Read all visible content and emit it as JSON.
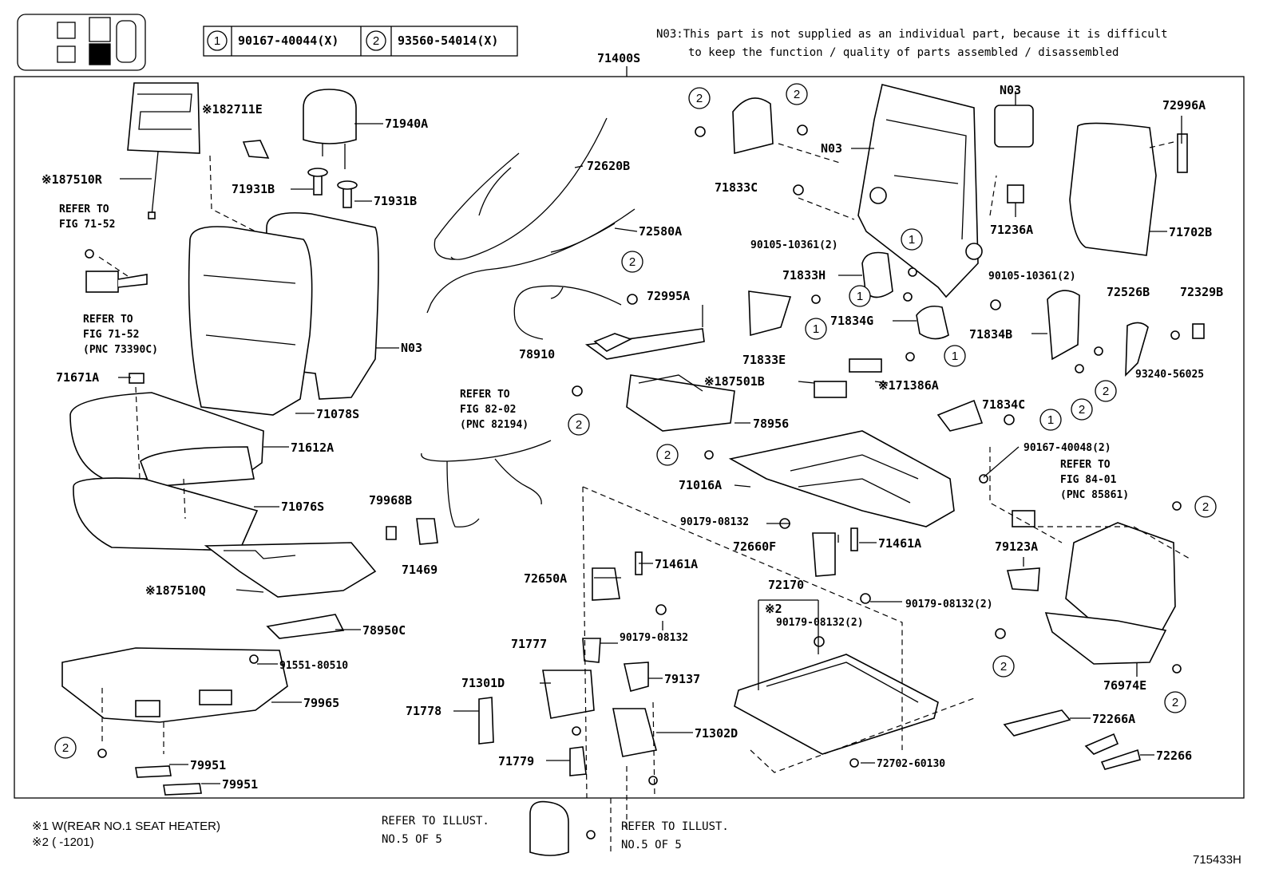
{
  "header": {
    "legend": [
      {
        "circle": "1",
        "part": "90167-40044(X)"
      },
      {
        "circle": "2",
        "part": "93560-54014(X)"
      }
    ],
    "note_line1": "N03:This part is not supplied as an individual part, because it is difficult",
    "note_line2": "to keep the function / quality of parts assembled / disassembled",
    "assembly": "71400S"
  },
  "footnotes": {
    "fn1": "※1 W(REAR NO.1 SEAT HEATER)",
    "fn2": "※2 (     -1201)",
    "refer_left_1": "REFER TO ILLUST.",
    "refer_left_2": "NO.5 OF 5",
    "refer_right_1": "REFER TO ILLUST.",
    "refer_right_2": "NO.5 OF 5",
    "illus_id": "715433H"
  },
  "labels": {
    "l182711E": "※182711E",
    "l71940A": "71940A",
    "l187510R": "※187510R",
    "l71931B_a": "71931B",
    "l71931B_b": "71931B",
    "ref1_a": "REFER TO",
    "ref1_b": "FIG 71-52",
    "ref2_a": "REFER TO",
    "ref2_b": "FIG 71-52",
    "ref2_c": "(PNC 73390C)",
    "lN03_a": "N03",
    "l71671A": "71671A",
    "l71078S": "71078S",
    "l71612A": "71612A",
    "l71076S": "71076S",
    "l187510Q": "※187510Q",
    "l78950C": "78950C",
    "l91551": "91551-80510",
    "l79965": "79965",
    "l79951_a": "79951",
    "l79951_b": "79951",
    "l72620B": "72620B",
    "l72580A": "72580A",
    "l78910": "78910",
    "l72995A": "72995A",
    "ref3_a": "REFER TO",
    "ref3_b": "FIG 82-02",
    "ref3_c": "(PNC 82194)",
    "l79968B": "79968B",
    "l71469": "71469",
    "l187501B": "※187501B",
    "l78956": "78956",
    "l71016A": "71016A",
    "l72650A": "72650A",
    "l71461A_a": "71461A",
    "l90179_a": "90179-08132",
    "l71777": "71777",
    "l71301D": "71301D",
    "l79137": "79137",
    "l71778": "71778",
    "l71302D": "71302D",
    "l71779": "71779",
    "l71833C": "71833C",
    "lN03_b": "N03",
    "lN03_c": "N03",
    "l90105_a": "90105-10361(2)",
    "l71833H": "71833H",
    "l71834G": "71834G",
    "l71833E": "71833E",
    "l171386A": "※171386A",
    "l71834C": "71834C",
    "l90179_b": "90179-08132",
    "l72660F": "72660F",
    "l71461A_b": "71461A",
    "l72170": "72170",
    "lx2": "※2",
    "l90179_c": "90179-08132(2)",
    "l90179_d": "90179-08132(2)",
    "l72702": "72702-60130",
    "l72996A": "72996A",
    "l71236A": "71236A",
    "l71702B": "71702B",
    "l90105_b": "90105-10361(2)",
    "l72526B": "72526B",
    "l72329B": "72329B",
    "l71834B": "71834B",
    "l93240": "93240-56025",
    "l90167": "90167-40048(2)",
    "ref4_a": "REFER TO",
    "ref4_b": "FIG 84-01",
    "ref4_c": "(PNC 85861)",
    "l79123A": "79123A",
    "l76974E": "76974E",
    "l72266A": "72266A",
    "l72266": "72266"
  }
}
